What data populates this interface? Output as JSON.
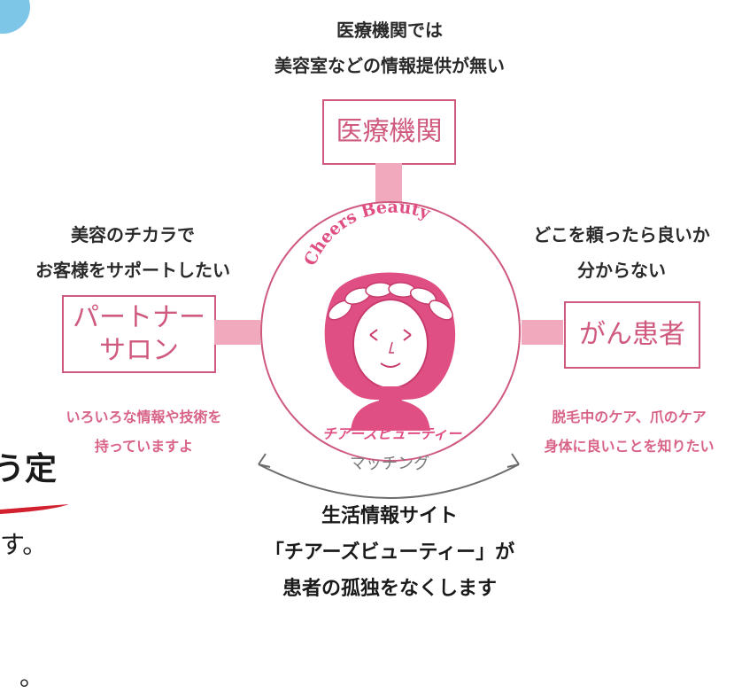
{
  "top_heading": {
    "line1": "医療機関では",
    "line2": "美容室などの情報提供が無い"
  },
  "boxes": {
    "medical": "医療機関",
    "salon_line1": "パートナー",
    "salon_line2": "サロン",
    "patient": "がん患者"
  },
  "left_heading": {
    "line1": "美容のチカラで",
    "line2": "お客様をサポートしたい"
  },
  "right_heading": {
    "line1": "どこを頼ったら良いか",
    "line2": "分からない"
  },
  "left_sub": {
    "line1": "いろいろな情報や技術を",
    "line2": "持っていますよ"
  },
  "right_sub": {
    "line1": "脱毛中のケア、爪のケア",
    "line2": "身体に良いことを知りたい"
  },
  "logo": {
    "arc_text": "Cheers Beauty",
    "name": "チアーズビューティー"
  },
  "matching": "マッチング",
  "bottom": {
    "line1": "生活情報サイト",
    "line2": "「チアーズビューティー」が",
    "line3": "患者の孤独をなくします"
  },
  "left_fragment": {
    "heading": "う定",
    "line1": "す。",
    "line2": "。"
  },
  "colors": {
    "accent": "#cf5a7e",
    "connector": "#f0a9bd",
    "logo_pink": "#e04f84",
    "corner_blue": "#7ec6e8",
    "brush_red": "#d3202e"
  }
}
